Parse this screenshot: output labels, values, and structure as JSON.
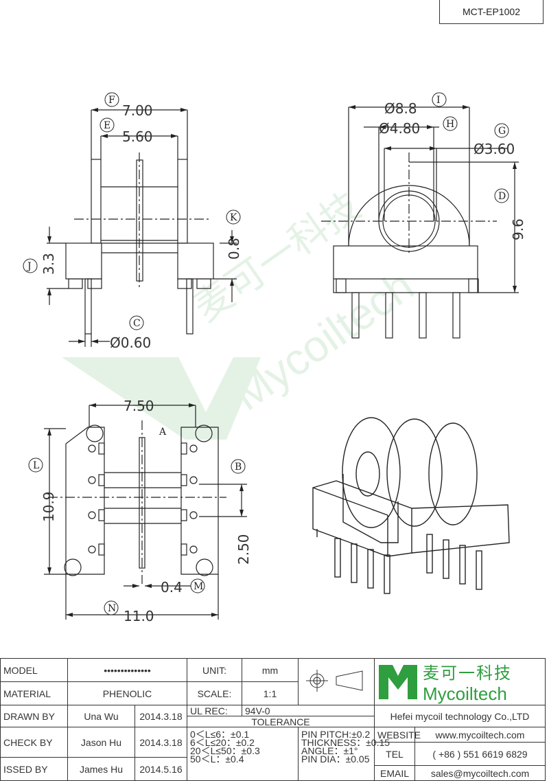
{
  "part_code": "MCT-EP1002",
  "watermark": {
    "cn": "麦可一科技",
    "en": "Mycoiltech"
  },
  "dimensions": {
    "F": "7.00",
    "E": "5.60",
    "K": "0.8",
    "J": "3.3",
    "C": "Ø0.60",
    "I": "Ø8.8",
    "H": "Ø4.80",
    "G": "Ø3.60",
    "D": "9.6",
    "top_width": "7.50",
    "A": "A",
    "L": "10.9",
    "B": "B",
    "pitch": "2.50",
    "M": "0.4",
    "N": "11.0"
  },
  "letters": {
    "F": "F",
    "E": "E",
    "K": "K",
    "J": "J",
    "C": "C",
    "I": "I",
    "H": "H",
    "G": "G",
    "D": "D",
    "L": "L",
    "B": "B",
    "M": "M",
    "N": "N"
  },
  "title_block": {
    "model_label": "MODEL",
    "model_value": "••••••••••••••",
    "material_label": "MATERIAL",
    "material_value": "PHENOLIC",
    "drawn_label": "DRAWN BY",
    "drawn_name": "Una Wu",
    "drawn_date": "2014.3.18",
    "check_label": "CHECK BY",
    "check_name": "Jason Hu",
    "check_date": "2014.3.18",
    "issued_label": "ISSED BY",
    "issued_name": "James Hu",
    "issued_date": "2014.5.16",
    "unit_label": "UNIT:",
    "unit_value": "mm",
    "scale_label": "SCALE:",
    "scale_value": "1:1",
    "ul_label": "UL REC:",
    "ul_value": "94V-0",
    "tolerance_label": "TOLERANCE",
    "tol_1": "0＜L≤6：±0.1",
    "tol_2": "6＜L≤20：±0.2",
    "tol_3": "20＜L≤50：±0.3",
    "tol_4": "50＜L：±0.4",
    "pin_pitch": "PIN PITCH:±0.2",
    "thickness": "THICKNESS：±0.15",
    "angle": "ANGLE：±1°",
    "pin_dia": "PIN DIA：±0.05",
    "company_cn": "麦可一科技",
    "company_en": "Mycoiltech",
    "company_full": "Hefei mycoil technology Co.,LTD",
    "website_label": "WEBSITE",
    "website_value": "www.mycoiltech.com",
    "tel_label": "TEL",
    "tel_value": "( +86 ) 551 6619 6829",
    "email_label": "EMAIL",
    "email_value": "sales@mycoiltech.com"
  }
}
